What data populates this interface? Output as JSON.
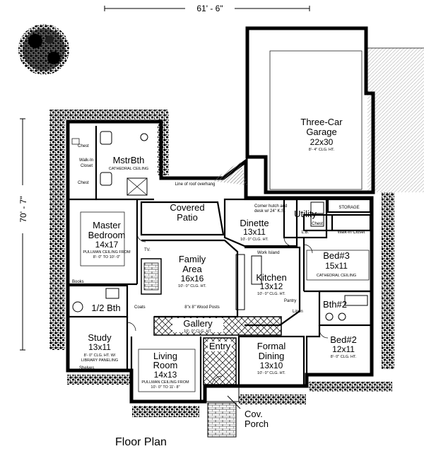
{
  "title": "Floor Plan",
  "dimensions": {
    "width": "61' - 6\"",
    "depth": "70' - 7\""
  },
  "rooms": {
    "garage": {
      "name1": "Three-Car",
      "name2": "Garage",
      "size": "22x30",
      "note": "8'- 4\" CLG. HT."
    },
    "storage": {
      "name": "STORAGE"
    },
    "mstrbth": {
      "name": "MstrBth",
      "note": "CATHEDRAL CEILING"
    },
    "walkin_left": {
      "name1": "Walk-In",
      "name2": "Closet"
    },
    "chest": "Chest",
    "patio": {
      "name1": "Covered",
      "name2": "Patio"
    },
    "roof_line": "Line of roof overhang",
    "master": {
      "name1": "Master",
      "name2": "Bedroom",
      "size": "14x17",
      "note1": "PULLMAN CEILING FROM",
      "note2": "8'- 0\" TO 10'- 0\""
    },
    "family": {
      "name1": "Family",
      "name2": "Area",
      "size": "16x16",
      "note": "10'- 0\" CLG. HT."
    },
    "tv": "TV.",
    "books": "Books",
    "coats": "Coats",
    "posts": "8\"x 8\" Wood Posts",
    "dinette": {
      "name": "Dinette",
      "size": "13x11",
      "note": "10'- 0\" CLG. HT."
    },
    "hutch": {
      "line1": "Corner hutch and",
      "line2": "desk w/ 24\" K.S."
    },
    "utility": {
      "name": "Utility",
      "lb": "L.B."
    },
    "kitchen": {
      "name": "Kitchen",
      "size": "13x12",
      "note": "10'- 0\" CLG. HT.",
      "island": "Work Island"
    },
    "pantry": "Pantry",
    "linen": "Linen",
    "bed3": {
      "name": "Bed#3",
      "size": "15x11",
      "note": "CATHEDRAL CEILING",
      "chest": "Chest",
      "closet": "Walk-In Closet"
    },
    "bth2": {
      "name": "Bth#2"
    },
    "halfbath": {
      "name": "1/2 Bth"
    },
    "gallery": {
      "name": "Gallery",
      "note": "10'- 0\" CLG. HT."
    },
    "study": {
      "name": "Study",
      "size": "13x11",
      "note1": "8'- 0\" CLG. HT. W/",
      "note2": "LIBRARY PANELING",
      "shelves": "Shelves"
    },
    "living": {
      "name1": "Living",
      "name2": "Room",
      "size": "14x13",
      "note1": "PULLMAN CEILING FROM",
      "note2": "10'- 0\" TO 11'- 8\""
    },
    "entry": {
      "name": "Entry"
    },
    "dining": {
      "name1": "Formal",
      "name2": "Dining",
      "size": "13x10",
      "note": "10'- 0\" CLG. HT."
    },
    "bed2": {
      "name": "Bed#2",
      "size": "12x11",
      "note": "8'- 0\" CLG. HT."
    },
    "porch": {
      "name1": "Cov.",
      "name2": "Porch"
    }
  }
}
